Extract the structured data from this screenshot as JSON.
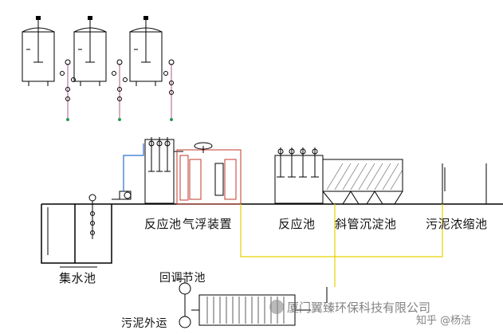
{
  "labels": {
    "reaction_tank_1": "反应池",
    "air_flotation": "气浮装置",
    "reaction_tank_2": "反应池",
    "inclined_tube_settler": "斜管沉淀池",
    "sludge_thickener": "污泥浓缩池",
    "collection_tank": "集水池",
    "regulating_tank": "回调节池",
    "sludge_outgoing": "污泥外运"
  },
  "watermark": {
    "company": "厦门翼臻环保科技有限公司",
    "zhihu": "知乎 @杨洁"
  },
  "colors": {
    "line": "#000000",
    "pipe_yellow": "#e6d200",
    "pipe_pink": "#b05a8a",
    "pipe_blue": "#2a6fd0",
    "float_red": "#c0392b"
  }
}
